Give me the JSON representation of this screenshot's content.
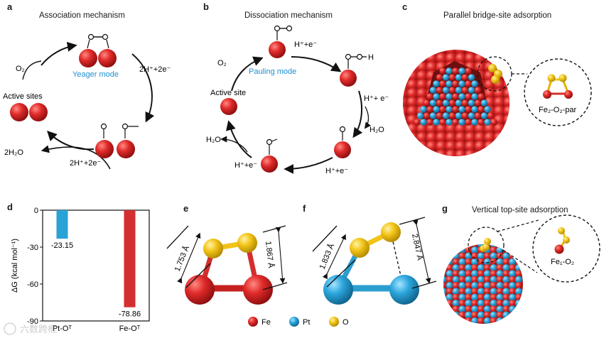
{
  "panels": {
    "a": {
      "label": "a",
      "title": "Association mechanism",
      "mode": "Yeager mode",
      "active": "Active sites",
      "o2": "O₂",
      "step1": "2H⁺+2e⁻",
      "step2": "2H⁺+2e⁻",
      "water": "2H₂O"
    },
    "b": {
      "label": "b",
      "title": "Dissociation mechanism",
      "mode": "Pauling mode",
      "active": "Active site",
      "o2": "O₂",
      "h1": "H⁺+e⁻",
      "h2": "H⁺+ e⁻",
      "h3": "H⁺+e⁻",
      "h4": "H⁺+e⁻",
      "w1": "H₂O",
      "w2": "H₂O"
    },
    "c": {
      "label": "c",
      "title": "Parallel bridge-site adsorption",
      "inset": "Fe₂-O₂-par"
    },
    "d": {
      "label": "d"
    },
    "e": {
      "label": "e",
      "d1": "1.753 Å",
      "d2": "1.867 Å"
    },
    "f": {
      "label": "f",
      "d1": "1.833 Å",
      "d2": "2.847 Å"
    },
    "g": {
      "label": "g",
      "title": "Vertical top-site adsorption",
      "inset": "Fe₁-O₂"
    }
  },
  "legend": [
    {
      "name": "Fe",
      "color": "#d32f2f"
    },
    {
      "name": "Pt",
      "color": "#29a3d6"
    },
    {
      "name": "O",
      "color": "#f2c318"
    }
  ],
  "colors": {
    "fe": "#d32f2f",
    "pt": "#29a3d6",
    "o": "#f2c318",
    "mode": "#1e8fd0"
  },
  "watermark": "六数跨框",
  "chart_data": {
    "type": "bar",
    "categories": [
      "Pt-Oᵀ",
      "Fe-Oᵀ"
    ],
    "values": [
      -23.15,
      -78.86
    ],
    "data_labels": [
      "-23.15",
      "-78.86"
    ],
    "ylabel": "ΔG (kcal mol⁻¹)",
    "yticks": [
      0,
      -30,
      -60,
      -90
    ],
    "ylim": [
      -90,
      0
    ],
    "colors": [
      "#29a3d6",
      "#d32f2f"
    ]
  }
}
